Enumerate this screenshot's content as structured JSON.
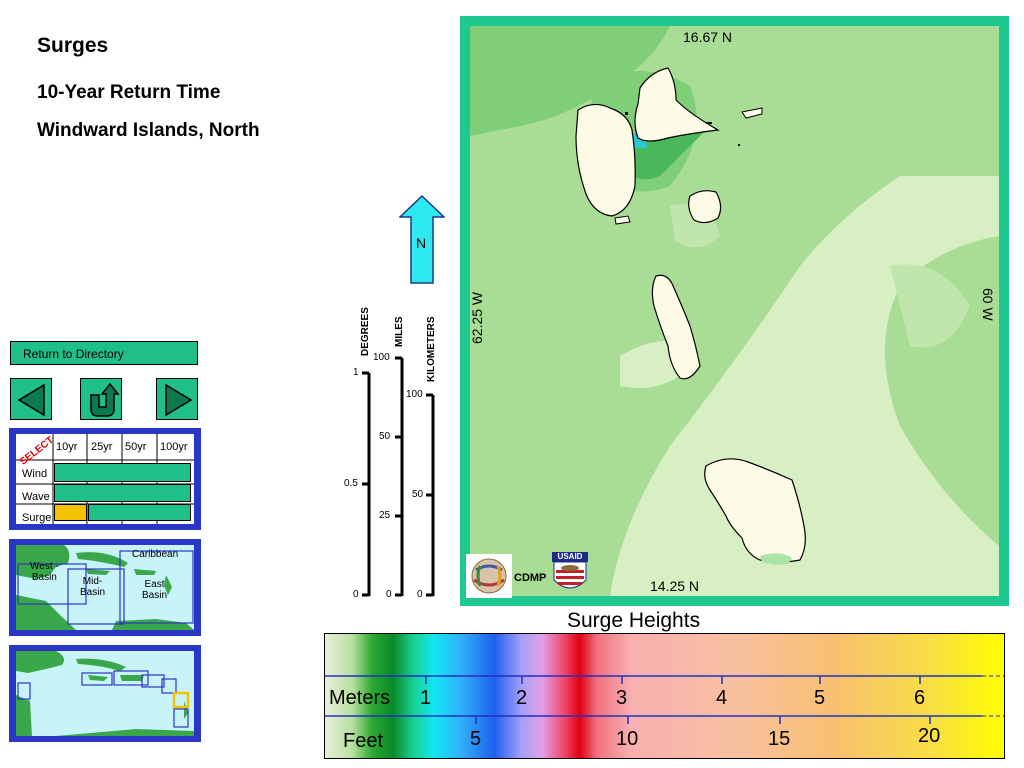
{
  "header": {
    "title": "Surges",
    "subtitle": "10-Year Return Time",
    "region": "Windward Islands, North"
  },
  "nav": {
    "return_label": "Return to Directory",
    "prev_icon": "triangle-left-icon",
    "up_icon": "u-turn-up-icon",
    "next_icon": "triangle-right-icon"
  },
  "selector": {
    "select_label": "SELECT",
    "columns": [
      "10yr",
      "25yr",
      "50yr",
      "100yr"
    ],
    "rows": [
      "Wind",
      "Wave",
      "Surge"
    ],
    "selected": {
      "row": "Surge",
      "column": "10yr"
    },
    "colors": {
      "cell": "#1fbf8a",
      "selected": "#f5c400",
      "frame": "#2a36c6"
    }
  },
  "basin_map": {
    "labels": {
      "caribbean": "Caribbean",
      "west_basin": "West -\nBasin",
      "mid_basin": "Mid-\nBasin",
      "east_basin": "East\nBasin"
    }
  },
  "main_map": {
    "lat_top": "16.67 N",
    "lat_bottom": "14.25 N",
    "lon_left": "62.25 W",
    "lon_right": "60 W",
    "north_label": "N",
    "cdmp_label": "CDMP",
    "usaid_label": "USAID",
    "colors": {
      "frame": "#1fc88e",
      "sea_light": "#a9dc95",
      "sea_pale": "#d7efc2",
      "sea_mid": "#7fcf78",
      "land": "#fdfbe6",
      "north_arrow": "#2ee8f0"
    }
  },
  "scales": {
    "degrees": {
      "label": "DEGREES",
      "ticks": [
        "1",
        "0.5",
        "0"
      ]
    },
    "miles": {
      "label": "MILES",
      "ticks": [
        "100",
        "50",
        "25",
        "0"
      ]
    },
    "kilometers": {
      "label": "KILOMETERS",
      "ticks": [
        "100",
        "50",
        "0"
      ]
    }
  },
  "legend": {
    "title": "Surge Heights",
    "meters_label": "Meters",
    "feet_label": "Feet",
    "meters_ticks": [
      "1",
      "2",
      "3",
      "4",
      "5",
      "6"
    ],
    "feet_ticks": [
      "5",
      "10",
      "15",
      "20"
    ]
  }
}
